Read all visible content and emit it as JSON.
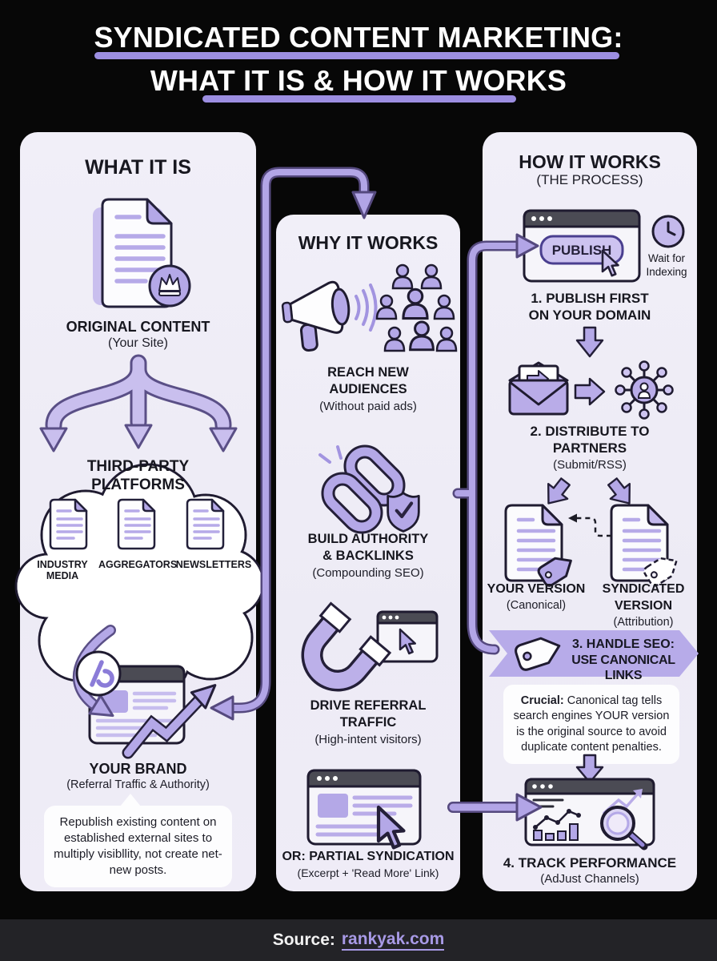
{
  "title": {
    "line1": "SYNDICATED CONTENT MARKETING:",
    "line2": "WHAT IT IS & HOW IT WORKS"
  },
  "colors": {
    "accent": "#b3a6e6",
    "accent_dark": "#55497e",
    "panel_bg": "#efedf6",
    "page_bg": "#070707",
    "footer_bg": "#232327",
    "link": "#a89ae6",
    "underline_bar": "#9c8ee1"
  },
  "what_it_is": {
    "heading": "WHAT IT IS",
    "original_label": "ORIGINAL CONTENT",
    "original_sub": "(Your Site)",
    "cloud_title_line1": "THIRD-PARTY",
    "cloud_title_line2": "PLATFORMS",
    "platforms": [
      {
        "label": "INDUSTRY MEDIA"
      },
      {
        "label": "AGGREGATORS"
      },
      {
        "label": "NEWSLETTERS"
      }
    ],
    "brand_label": "YOUR BRAND",
    "brand_sub": "(Referral Traffic & Authority)",
    "note": "Republish existing content on established external sites to multiply visibllity, not create net-new posts."
  },
  "why_it_works": {
    "heading": "WHY IT WORKS",
    "items": [
      {
        "title_line1": "REACH NEW",
        "title_line2": "AUDIENCES",
        "sub": "(Without paid ads)"
      },
      {
        "title_line1": "BUILD AUTHORITY",
        "title_line2": "& BACKLINKS",
        "sub": "(Compounding SEO)"
      },
      {
        "title_line1": "DRIVE REFERRAL",
        "title_line2": "TRAFFIC",
        "sub": "(High-intent visitors)"
      },
      {
        "title_line1": "OR: PARTIAL SYNDICATION",
        "title_line2": "",
        "sub": "(Excerpt + 'Read More' Link)"
      }
    ]
  },
  "how_it_works": {
    "heading": "HOW IT WORKS",
    "subheading": "(THE PROCESS)",
    "publish_button": "PUBLISH",
    "wait_line1": "Wait for",
    "wait_line2": "Indexing",
    "step1_line1": "1. PUBLISH FIRST",
    "step1_line2": "ON YOUR DOMAIN",
    "step2_line1": "2. DISTRIBUTE TO",
    "step2_line2": "PARTNERS",
    "step2_sub": "(Submit/RSS)",
    "your_version": "YOUR VERSION",
    "your_version_sub": "(Canonical)",
    "synd_line1": "SYNDICATED",
    "synd_line2": "VERSION",
    "synd_sub": "(Attribution)",
    "step3_line1": "3. HANDLE SEO:",
    "step3_line2": "USE CANONICAL LINKS",
    "note_bold": "Crucial:",
    "note_rest": " Canonical tag tells search engines YOUR version is the original source to avoid duplicate content penalties.",
    "step4": "4. TRACK PERFORMANCE",
    "step4_sub": "(AdJust Channels)"
  },
  "footer": {
    "source_label": "Source:",
    "source_link": "rankyak.com"
  }
}
